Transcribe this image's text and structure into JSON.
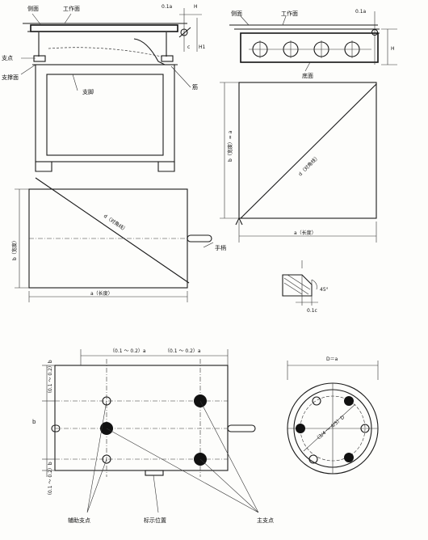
{
  "labels": {
    "side_face": "侧面",
    "work_face": "工作面",
    "support_point": "支点",
    "support_face": "支撑面",
    "support_foot": "支脚",
    "rib": "筋",
    "tol_top_left": "0.1a",
    "h_symbol": "H",
    "c_symbol": "c",
    "h1_symbol": "H1",
    "side_face_r": "侧面",
    "work_face_r": "工作面",
    "tol_top_right": "0.1a",
    "bottom_face": "底面",
    "h_symbol_r": "H",
    "width_rect": "b（宽度）= a",
    "diagonal_rect": "d（对角线）",
    "length_rect": "a（长度）",
    "width_left": "b（宽度）",
    "diagonal_left": "d（对角线）",
    "length_left": "a（长度）",
    "handle": "手柄",
    "angle": "45°",
    "chamfer": "0.1c",
    "offset_top_1": "（0.1 ～ 0.2）a",
    "offset_top_2": "（0.1 ～ 0.2）a",
    "offset_side_top": "（0.1 ～ 0.2）b",
    "offset_side_bottom": "（0.1 ～ 0.2）b",
    "b_symbol": "b",
    "diameter": "D＝a",
    "circle_label": "（3/4 ～ 4/5）D",
    "aux_support": "辅助支点",
    "mark_position": "标示位置",
    "main_support": "主支点"
  }
}
